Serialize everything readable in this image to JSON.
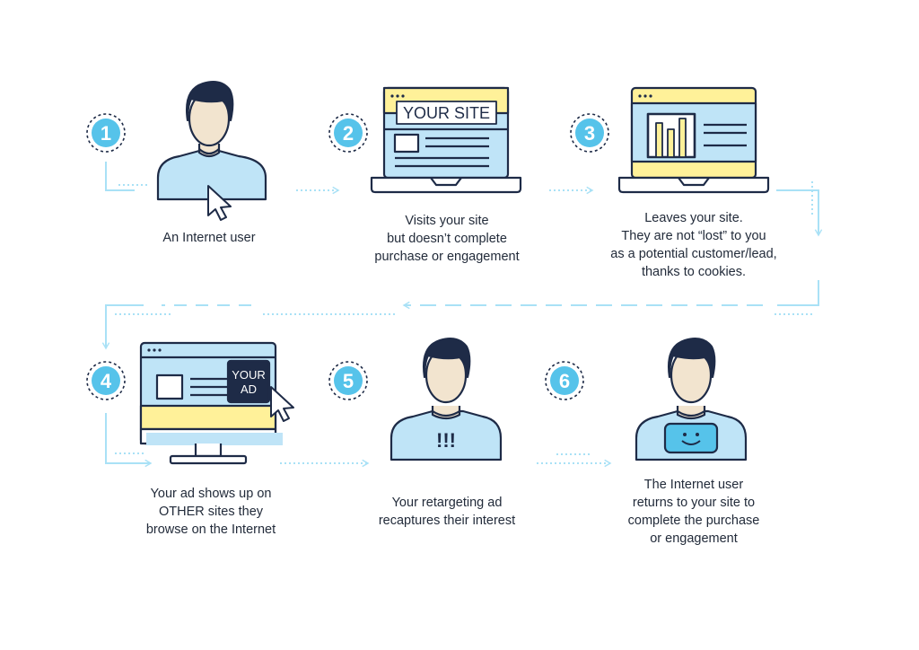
{
  "colors": {
    "ink": "#1e2b47",
    "accent_blue": "#56c3ea",
    "light_blue": "#bfe4f7",
    "yellow": "#fff199",
    "skin": "#f2e4cf",
    "arrow": "#a9e1f6"
  },
  "steps": [
    {
      "number": "1",
      "icon": "person-cursor-icon",
      "caption": [
        "An Internet user"
      ]
    },
    {
      "number": "2",
      "icon": "laptop-your-site-icon",
      "screen_label": "YOUR SITE",
      "caption": [
        "Visits your site",
        "but doesn’t complete",
        "purchase or engagement"
      ]
    },
    {
      "number": "3",
      "icon": "laptop-bar-chart-icon",
      "caption": [
        "Leaves your site.",
        "They are not “lost” to you",
        "as a potential customer/lead,",
        "thanks to cookies."
      ]
    },
    {
      "number": "4",
      "icon": "monitor-ad-icon",
      "ad_label": [
        "YOUR",
        "AD"
      ],
      "caption": [
        "Your ad shows up on",
        "OTHER sites they",
        "browse on the Internet"
      ]
    },
    {
      "number": "5",
      "icon": "person-interest-icon",
      "shirt_label": "!!!",
      "caption": [
        "Your retargeting ad",
        "recaptures their interest"
      ]
    },
    {
      "number": "6",
      "icon": "person-smile-icon",
      "caption": [
        "The Internet user",
        "returns to your site to",
        "complete the purchase",
        "or engagement"
      ]
    }
  ]
}
